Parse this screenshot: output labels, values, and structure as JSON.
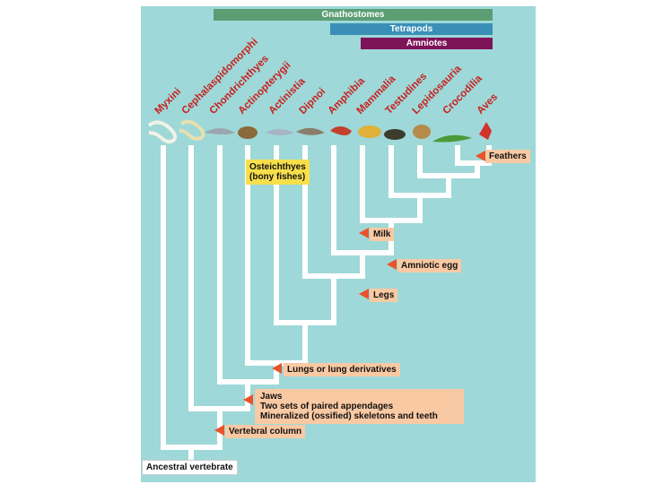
{
  "clades": {
    "gnathostomes": "Gnathostomes",
    "tetrapods": "Tetrapods",
    "amniotes": "Amniotes"
  },
  "taxa": [
    "Myxini",
    "Cephalaspidomorphi",
    "Chondrichthyes",
    "Actinopterygii",
    "Actinistia",
    "Dipnoi",
    "Amphibia",
    "Mammalia",
    "Testudines",
    "Lepidosauria",
    "Crocodilia",
    "Aves"
  ],
  "characters": {
    "feathers": "Feathers",
    "milk": "Milk",
    "amniotic_egg": "Amniotic egg",
    "legs": "Legs",
    "lungs": "Lungs or lung derivatives",
    "jaws": "Jaws",
    "appendages": "Two sets of paired appendages",
    "mineralized": "Mineralized (ossified) skeletons and teeth",
    "vertebral_column": "Vertebral column"
  },
  "osteichthyes": {
    "line1": "Osteichthyes",
    "line2": "(bony fishes)"
  },
  "root_label": "Ancestral vertebrate",
  "colors": {
    "background": "#9fd8d8",
    "branch": "#ffffff",
    "marker": "#e8532b",
    "character_box": "#f9c9a3",
    "group_box": "#f7df4c",
    "taxon_label": "#c8201e"
  }
}
